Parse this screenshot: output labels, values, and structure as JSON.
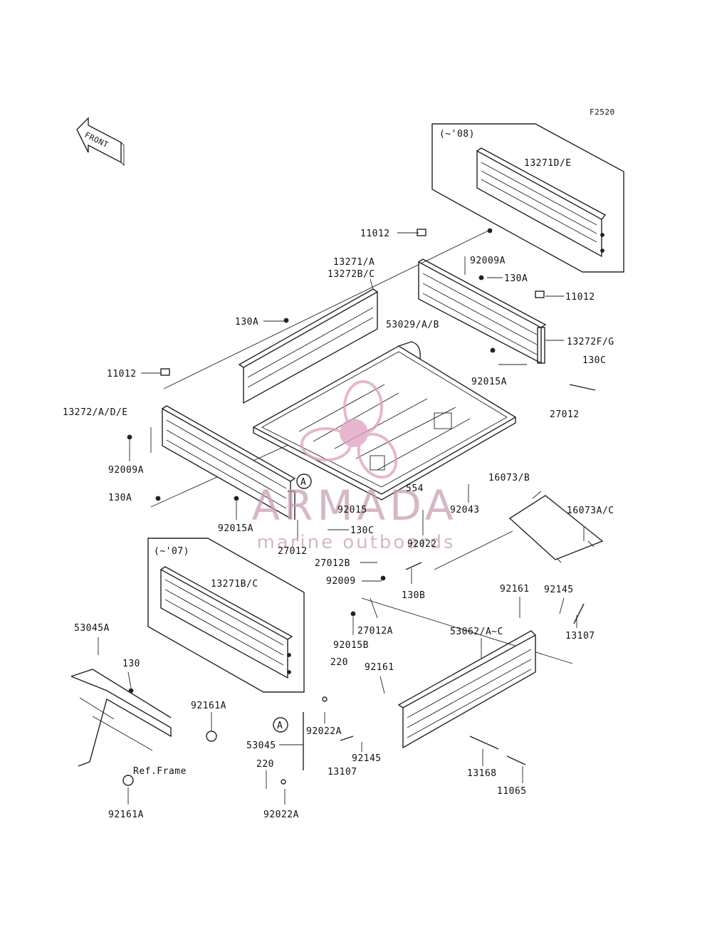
{
  "figure_code": "F2520",
  "front_arrow_label": "FRONT",
  "callout_letter": "A",
  "inset_1_label": "(~'08)",
  "inset_2_label": "(~'07)",
  "ref_frame_label": "Ref.Frame",
  "watermark": {
    "brand": "ARMADA",
    "tagline": "marine outboards",
    "color": "#e0a0c0"
  },
  "parts": {
    "p13271DE": "13271D/E",
    "p11012_top": "11012",
    "p92009A_top": "92009A",
    "p13271A": "13271/A",
    "p13272BC": "13272B/C",
    "p130A_top": "130A",
    "p11012_right": "11012",
    "p130A_left": "130A",
    "p53029": "53029/A/B",
    "p13272FG": "13272F/G",
    "p130C_right": "130C",
    "p92015A_right": "92015A",
    "p11012_left": "11012",
    "p13272ADE": "13272/A/D/E",
    "p27012_right": "27012",
    "p92009A_left": "92009A",
    "p16073B": "16073/B",
    "p130A_bottom": "130A",
    "p554": "554",
    "p92015": "92015",
    "p92043": "92043",
    "p16073AC": "16073A/C",
    "p92015A_left": "92015A",
    "p130C_left": "130C",
    "p92022": "92022",
    "p27012_left": "27012",
    "p27012B": "27012B",
    "p13271BC": "13271B/C",
    "p92009": "92009",
    "p130B": "130B",
    "p92161_right": "92161",
    "p92145_right": "92145",
    "p27012A": "27012A",
    "p53045A": "53045A",
    "p53062": "53062/A~C",
    "p13107_right": "13107",
    "p92015B": "92015B",
    "p130": "130",
    "p220_top": "220",
    "p92161_mid": "92161",
    "p92161A_top": "92161A",
    "p92022A_top": "92022A",
    "p53045": "53045",
    "p92145_mid": "92145",
    "p220_bottom": "220",
    "p13107_mid": "13107",
    "p13168": "13168",
    "p92022A_bottom": "92022A",
    "p11065": "11065",
    "p92161A_bottom": "92161A"
  }
}
